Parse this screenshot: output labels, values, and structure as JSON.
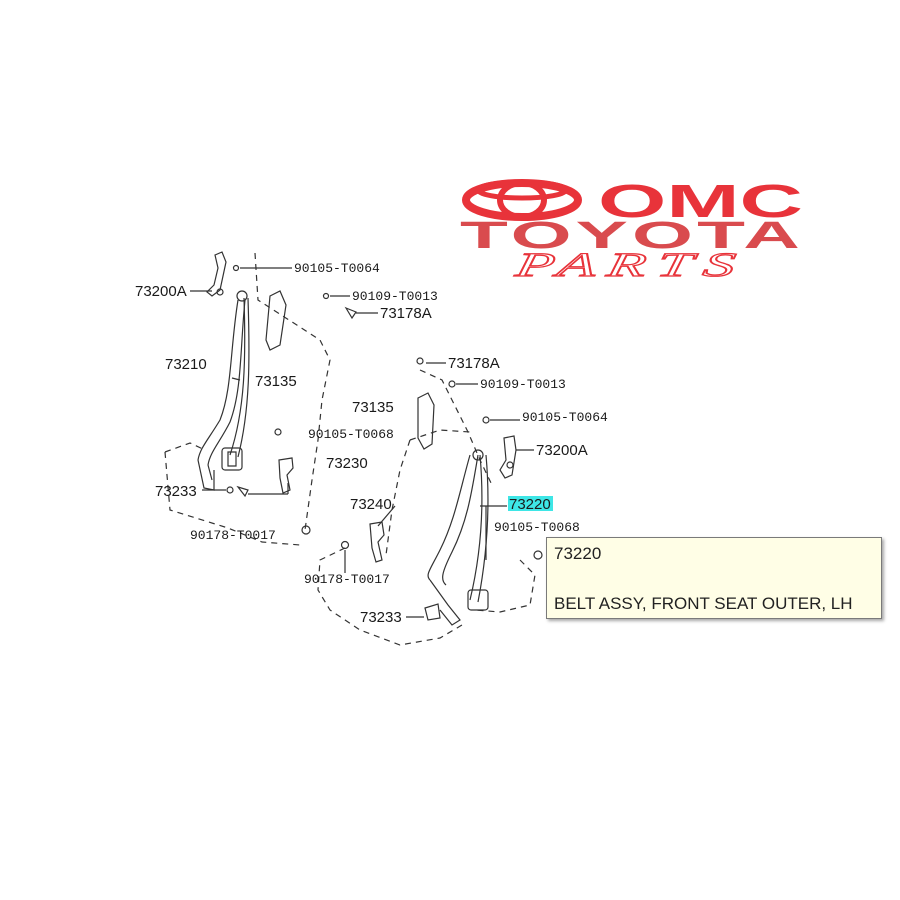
{
  "logo": {
    "brand_top": "OMC",
    "brand_name": "TOYOTA",
    "brand_sub": "PARTS",
    "color_red": "#e8333a"
  },
  "diagram": {
    "labels_left": [
      "90105-T0064",
      "73200A",
      "90109-T0013",
      "73178A",
      "73210",
      "73135",
      "90105-T0068",
      "73233",
      "90178-T0017",
      "73230"
    ],
    "labels_right": [
      "73178A",
      "90109-T0013",
      "73135",
      "90105-T0064",
      "73200A",
      "73240",
      "73220",
      "90105-T0068",
      "90178-T0017",
      "73233"
    ],
    "highlighted_part": "73220",
    "highlight_color": "#3ee6e6"
  },
  "tooltip": {
    "part_number": "73220",
    "description": "BELT ASSY, FRONT SEAT OUTER, LH"
  }
}
